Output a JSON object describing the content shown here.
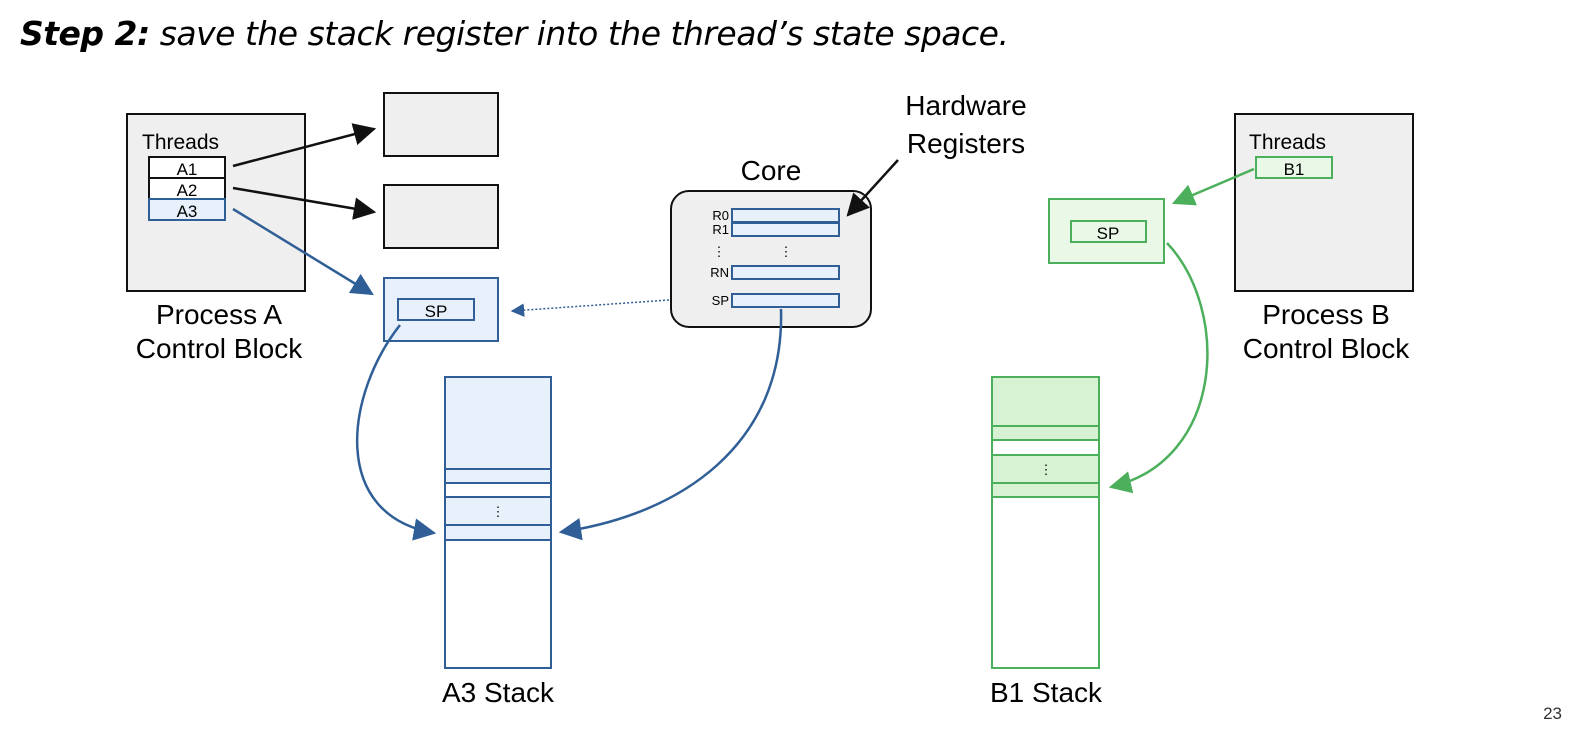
{
  "title": {
    "step": "Step 2:",
    "text": "save the stack register into the thread’s state space."
  },
  "process_a": {
    "threads_label": "Threads",
    "threads": [
      "A1",
      "A2",
      "A3"
    ],
    "caption_line1": "Process A",
    "caption_line2": "Control Block"
  },
  "process_b": {
    "threads_label": "Threads",
    "threads": [
      "B1"
    ],
    "caption_line1": "Process B",
    "caption_line2": "Control Block"
  },
  "core": {
    "label": "Core",
    "registers": [
      "R0",
      "R1",
      "RN",
      "SP"
    ],
    "ellipsis": "⋮"
  },
  "hardware_registers": {
    "line1": "Hardware",
    "line2": "Registers"
  },
  "thread_state_sp_a": "SP",
  "thread_state_sp_b": "SP",
  "stack_a": {
    "label": "A3 Stack",
    "ellipsis": "⋮"
  },
  "stack_b": {
    "label": "B1 Stack",
    "ellipsis": "⋮"
  },
  "page_number": "23",
  "colors": {
    "blue": "#2f5f96",
    "blue_fill": "#e8f1fb",
    "green": "#4caf5b",
    "green_fill": "#e9f8e7",
    "green_stack_fill": "#d6f2d2",
    "gray_fill": "#efefef",
    "black": "#111111"
  }
}
